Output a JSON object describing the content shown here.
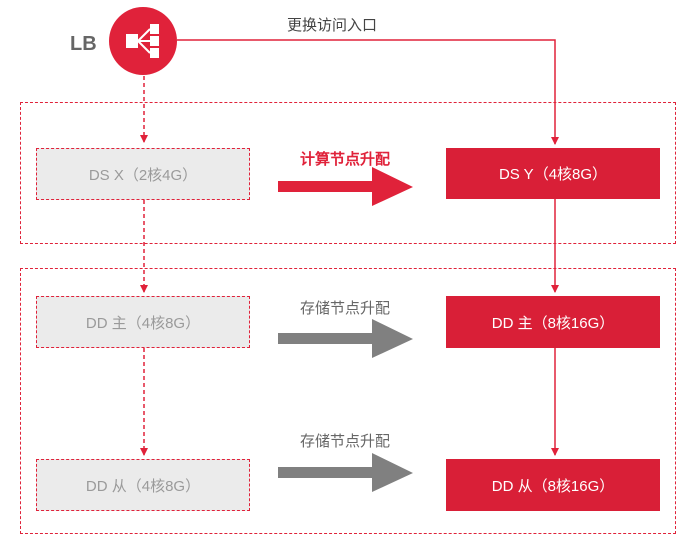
{
  "lb": {
    "label": "LB"
  },
  "entry_change_label": "更换访问入口",
  "compute_upgrade_label": "计算节点升配",
  "storage_upgrade_label_1": "存储节点升配",
  "storage_upgrade_label_2": "存储节点升配",
  "old_nodes": {
    "ds": "DS X（2核4G）",
    "dd_primary": "DD 主（4核8G）",
    "dd_replica": "DD 从（4核8G）"
  },
  "new_nodes": {
    "ds": "DS Y（4核8G）",
    "dd_primary": "DD 主（8核16G）",
    "dd_replica": "DD 从（8核16G）"
  },
  "colors": {
    "accent": "#e0223a",
    "new_fill": "#d91f37",
    "old_fill": "#ebebeb",
    "arrow_gray": "#808080"
  },
  "icons": {
    "lb": "load-balancer-icon"
  }
}
